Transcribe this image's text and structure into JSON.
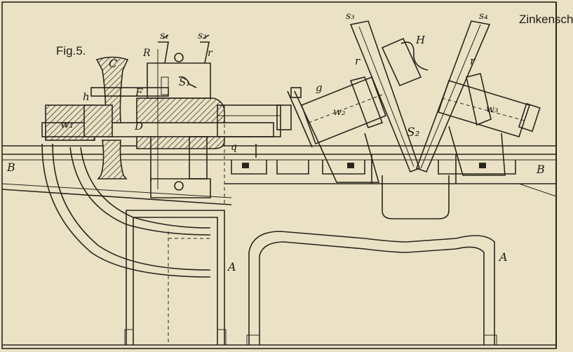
{
  "header": {
    "title_fragment": "Zinkensch"
  },
  "figure": {
    "label": "Fig.5.",
    "colors": {
      "paper": "#ebe2c6",
      "ink": "#2a251c"
    },
    "labels": {
      "B_left": "B",
      "B_right": "B",
      "A_left": "A",
      "A_right": "A",
      "C": "C",
      "D": "D",
      "F": "F",
      "h": "h",
      "R": "R",
      "s1": "s₁",
      "s2": "s₂",
      "S1": "S₁",
      "r1": "r",
      "w1": "w₁",
      "q": "q",
      "g": "g",
      "w2": "w₂",
      "s3": "s₃",
      "s4": "s₄",
      "H": "H",
      "r2": "r",
      "r3": "r",
      "S2": "S₂",
      "w3": "w₃"
    }
  }
}
